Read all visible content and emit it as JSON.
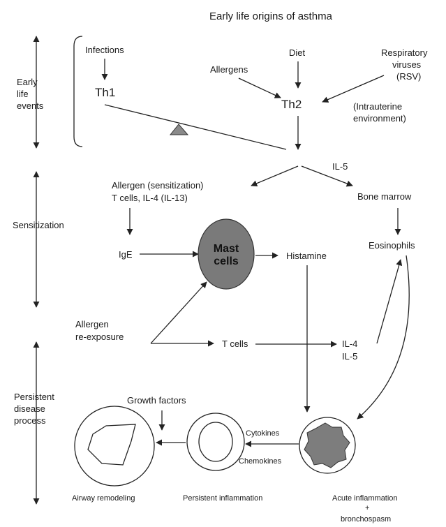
{
  "title": "Early life origins of asthma",
  "stages": {
    "early_line1": "Early",
    "early_line2": "life",
    "early_line3": "events",
    "sensitization": "Sensitization",
    "persistent_line1": "Persistent",
    "persistent_line2": "disease",
    "persistent_line3": "process"
  },
  "nodes": {
    "infections": "Infections",
    "th1": "Th1",
    "diet": "Diet",
    "allergens": "Allergens",
    "resp_line1": "Respiratory",
    "resp_line2": "viruses",
    "resp_line3": "(RSV)",
    "th2": "Th2",
    "intra_line1": "(Intrauterine",
    "intra_line2": "environment)",
    "il5_top": "IL-5",
    "allergen_sens_line1": "Allergen (sensitization)",
    "allergen_sens_line2": "T cells, IL-4 (IL-13)",
    "bone_marrow": "Bone marrow",
    "ige": "IgE",
    "mast_line1": "Mast",
    "mast_line2": "cells",
    "histamine": "Histamine",
    "eosinophils": "Eosinophils",
    "reexp_line1": "Allergen",
    "reexp_line2": "re-exposure",
    "tcells": "T cells",
    "il4_low": "IL-4",
    "il5_low": "IL-5",
    "growth_factors": "Growth factors",
    "cytokines": "Cytokines",
    "chemokines": "Chemokines",
    "airway_remodeling": "Airway remodeling",
    "persistent_inflammation": "Persistent inflammation",
    "acute_line1": "Acute inflammation",
    "acute_plus": "+",
    "acute_line2": "bronchospasm"
  },
  "colors": {
    "mast_fill": "#7a7a7a",
    "balance_triangle": "#8a8a8a",
    "acute_blob": "#7d7d7d"
  }
}
